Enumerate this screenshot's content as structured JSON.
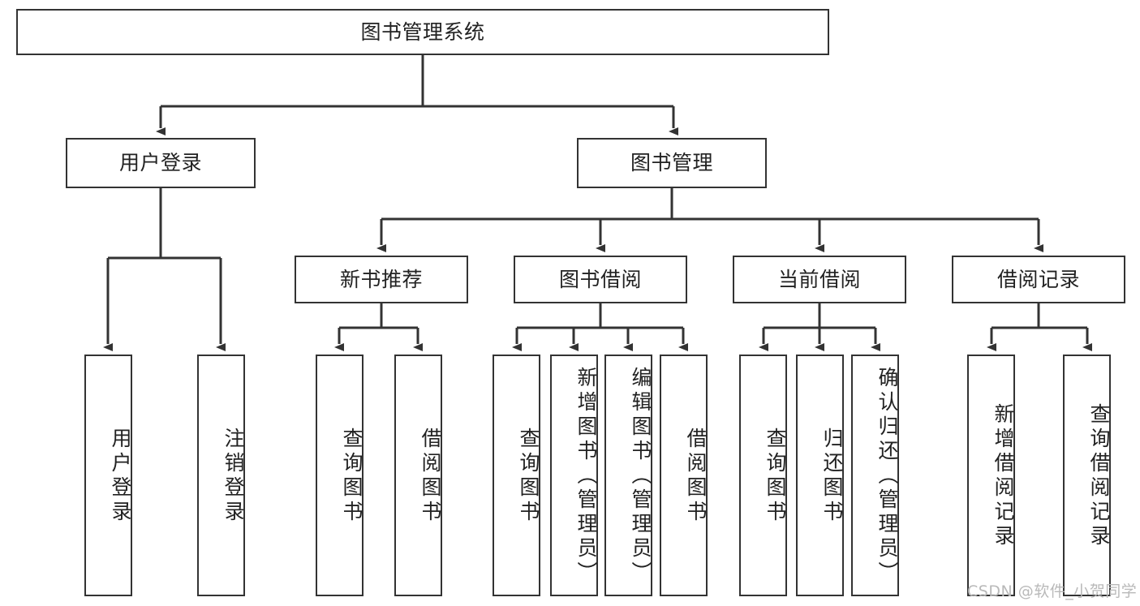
{
  "diagram": {
    "type": "tree-hierarchy-chart",
    "title_node": {
      "id": "root",
      "label": "图书管理系统"
    },
    "level2": [
      {
        "id": "user-login",
        "label": "用户登录"
      },
      {
        "id": "book-manage",
        "label": "图书管理"
      }
    ],
    "level3": [
      {
        "id": "new-book-recommend",
        "label": "新书推荐",
        "parent": "book-manage"
      },
      {
        "id": "book-borrow",
        "label": "图书借阅",
        "parent": "book-manage"
      },
      {
        "id": "current-borrow",
        "label": "当前借阅",
        "parent": "book-manage"
      },
      {
        "id": "borrow-record",
        "label": "借阅记录",
        "parent": "book-manage"
      }
    ],
    "leaves": [
      {
        "id": "leaf-user-login",
        "label": "用户登录",
        "parent": "user-login"
      },
      {
        "id": "leaf-logout-login",
        "label": "注销登录",
        "parent": "user-login"
      },
      {
        "id": "leaf-query-book-1",
        "label": "查询图书",
        "parent": "new-book-recommend"
      },
      {
        "id": "leaf-borrow-book-1",
        "label": "借阅图书",
        "parent": "new-book-recommend"
      },
      {
        "id": "leaf-query-book-2",
        "label": "查询图书",
        "parent": "book-borrow"
      },
      {
        "id": "leaf-add-book",
        "label": "新增图书（管理员）",
        "parent": "book-borrow"
      },
      {
        "id": "leaf-edit-book",
        "label": "编辑图书（管理员）",
        "parent": "book-borrow"
      },
      {
        "id": "leaf-borrow-book-2",
        "label": "借阅图书",
        "parent": "book-borrow"
      },
      {
        "id": "leaf-query-book-3",
        "label": "查询图书",
        "parent": "current-borrow"
      },
      {
        "id": "leaf-return-book",
        "label": "归还图书",
        "parent": "current-borrow"
      },
      {
        "id": "leaf-confirm-return",
        "label": "确认归还（管理员）",
        "parent": "current-borrow"
      },
      {
        "id": "leaf-add-record",
        "label": "新增借阅记录",
        "parent": "borrow-record"
      },
      {
        "id": "leaf-query-record",
        "label": "查询借阅记录",
        "parent": "borrow-record"
      }
    ],
    "colors": {
      "stroke": "#333333",
      "fill": "#ffffff",
      "text": "#222222",
      "watermark": "#b9b9b9"
    }
  },
  "watermark": {
    "text": "CSDN @软件_小贺同学"
  }
}
